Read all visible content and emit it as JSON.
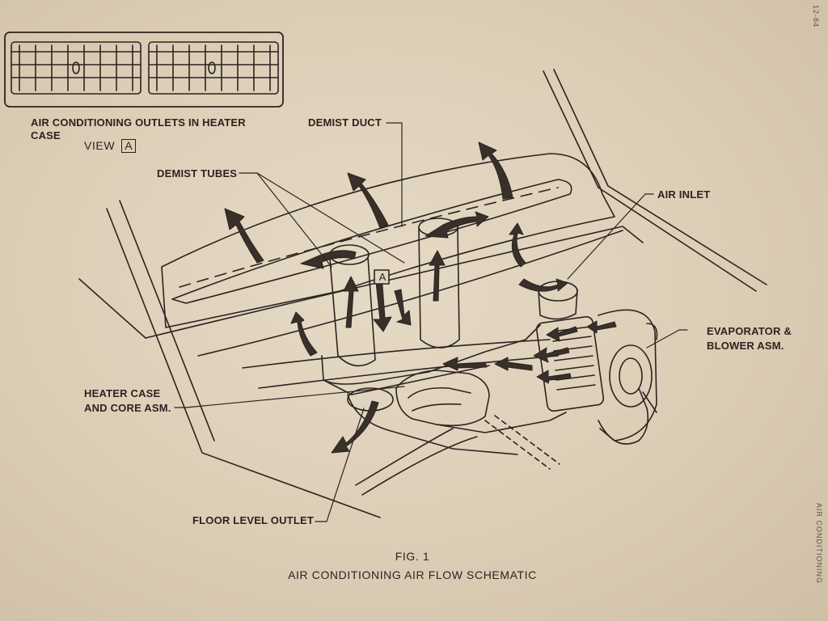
{
  "labels": {
    "view_a_title": "AIR CONDITIONING OUTLETS IN HEATER CASE",
    "view_label": "VIEW",
    "view_marker": "A",
    "demist_duct": "DEMIST DUCT",
    "demist_tubes": "DEMIST TUBES",
    "air_inlet": "AIR INLET",
    "evaporator": "EVAPORATOR &",
    "evaporator_line2": "BLOWER ASM.",
    "heater_case": "HEATER CASE",
    "heater_case_line2": "AND CORE ASM.",
    "floor_outlet": "FLOOR LEVEL OUTLET",
    "diagram_marker": "A"
  },
  "caption": {
    "fig": "FIG. 1",
    "title": "AIR CONDITIONING AIR FLOW SCHEMATIC"
  },
  "margin": {
    "page_number": "12-84",
    "section": "AIR CONDITIONING"
  },
  "colors": {
    "ink": "#2a2420",
    "paper": "#e2d5c0",
    "arrow_fill": "#3a302a"
  }
}
